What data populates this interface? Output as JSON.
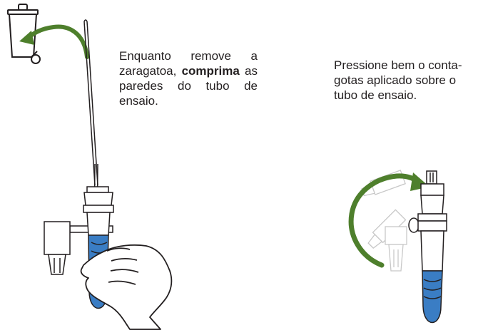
{
  "left_instruction": {
    "part1": "Enquanto remove a zaragatoa, ",
    "emphasis": "comprima",
    "part2": " as paredes do tubo de ensaio."
  },
  "right_instruction": {
    "text": "Pressione bem o conta-gotas aplicado sobre o tubo de ensaio."
  },
  "colors": {
    "liquid": "#3a7dc4",
    "arrow": "#4e7f2c",
    "outline": "#231f20",
    "ghost_outline": "#c8c8c8"
  },
  "icons": {
    "bin": "trash-bin-icon",
    "arrow_left": "curved-arrow-icon",
    "arrow_right": "rotation-arrow-icon",
    "hand": "hand-icon"
  }
}
